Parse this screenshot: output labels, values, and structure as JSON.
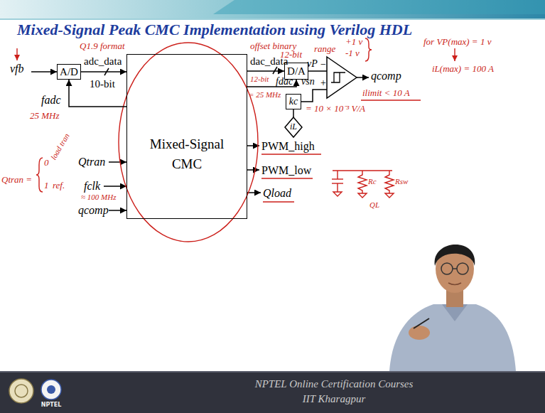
{
  "diagram": {
    "title": "Mixed-Signal Peak CMC Implementation using Verilog HDL",
    "nodes": [
      {
        "text": [
          "A/D"
        ]
      },
      {
        "text": [
          "Mixed-Signal CMC"
        ]
      },
      {
        "text": [
          "D/A"
        ]
      },
      {
        "text": [
          "−",
          "+"
        ]
      },
      {
        "text": [
          "kc"
        ]
      },
      {
        "text": [
          "iL"
        ]
      }
    ],
    "edges": [
      {
        "from": 0,
        "to": 1,
        "label": "adc_data",
        "arrow": "to"
      },
      {
        "from": 1,
        "to": 0,
        "arrow": "to"
      },
      {
        "from": 1,
        "to": 2,
        "label": "dac_data",
        "arrow": "to"
      },
      {
        "from": 1,
        "to": 2,
        "arrow": "to"
      },
      {
        "from": 2,
        "to": 3,
        "arrow": "none"
      },
      {
        "from": 4,
        "to": 3,
        "arrow": "none"
      },
      {
        "from": 5,
        "to": 4,
        "arrow": "none"
      }
    ],
    "labels": [
      "Q1.9 format",
      "vfb",
      "10-bit",
      "fadc",
      "25 MHz",
      "Qtran",
      "fclk",
      "qcomp",
      "≈ 100 MHz",
      "Qtran =",
      "0",
      "load tran",
      "1",
      "ref.",
      "offset binary",
      "12-bit",
      "12-bit",
      "range",
      "+1 v",
      "-1 v",
      "vP",
      "fdac",
      "= 25 MHz",
      "vsn",
      "qcomp",
      "ilimit < 10 A",
      "= 10 × 10⁻³ V/A",
      "PWM_high",
      "PWM_low",
      "Qload",
      "Rc",
      "Rsw",
      "QL",
      "for VP(max) = 1 v",
      "iL(max) = 100 A",
      "NPTEL Online Certification Courses",
      "IIT Kharagpur",
      "NPTEL"
    ]
  }
}
